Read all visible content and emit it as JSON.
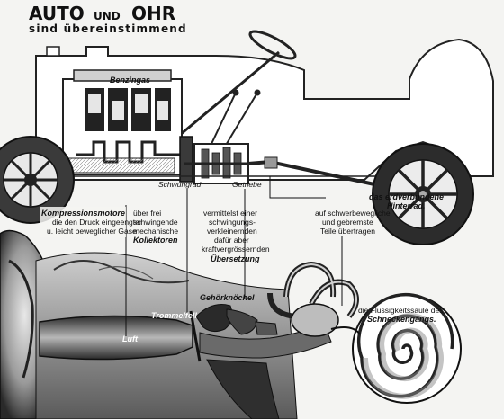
{
  "title": {
    "main_a": "AUTO",
    "main_und": "UND",
    "main_b": "OHR",
    "sub": "sind übereinstimmend"
  },
  "labels": {
    "benzingas": "Benzingas",
    "schwungrad": "Schwungrad",
    "getriebe": "Getriebe",
    "kompression_1": "Kompressionsmotore",
    "kompression_2": "die den Druck eingeengter",
    "kompression_3": "u. leicht beweglicher Gase",
    "kollektoren_1": "über frei",
    "kollektoren_2": "schwingende",
    "kollektoren_3": "mechanische",
    "kollektoren_4": "Kollektoren",
    "uebersetzung_1": "vermittelst einer",
    "uebersetzung_2": "schwingungs-",
    "uebersetzung_3": "verkleinernden",
    "uebersetzung_4": "dafür aber",
    "uebersetzung_5": "kraftvergrössernden",
    "uebersetzung_6": "Übersetzung",
    "hinterrad_1": "das erdverbundene",
    "hinterrad_2": "Hinterrad.",
    "teile_1": "auf schwerbewegliche",
    "teile_2": "und gebremste",
    "teile_3": "Teile übertragen",
    "schnecke_1": "die Flüssigkeitssäule des",
    "schnecke_2": "Schneckengangs.",
    "gehoerknoechel": "Gehörknöchel",
    "trommelfell": "Trommelfell",
    "luft": "Luft"
  }
}
